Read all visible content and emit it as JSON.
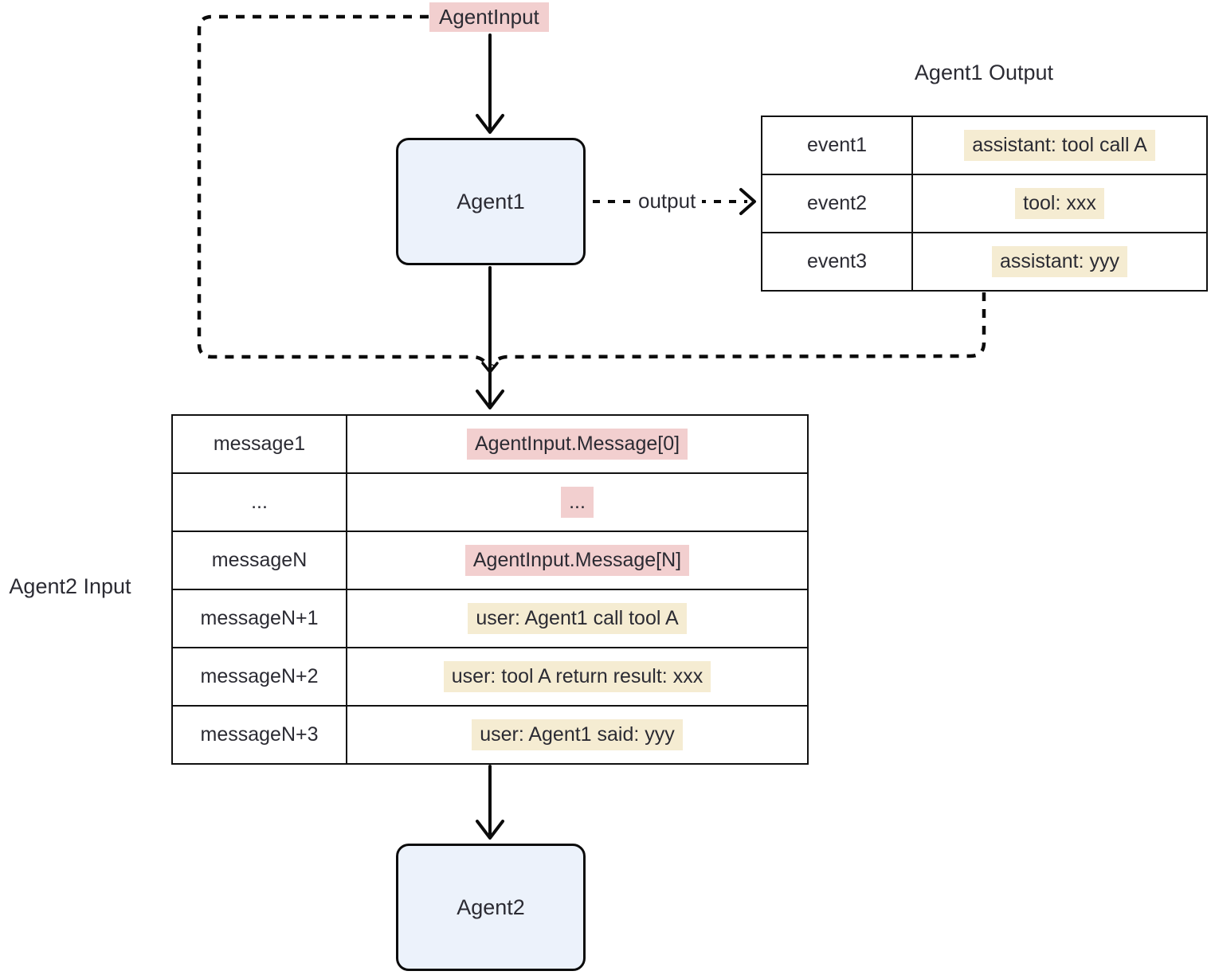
{
  "colors": {
    "highlight_pink": "#f2cfcf",
    "highlight_cream": "#f5ecd2",
    "node_fill": "#ecf2fb",
    "line_black": "#0b0b0b",
    "text_dark": "#2b2b33"
  },
  "agent_input": {
    "label": "AgentInput"
  },
  "agent1_node": {
    "label": "Agent1"
  },
  "agent2_node": {
    "label": "Agent2"
  },
  "output_edge": {
    "label": "output"
  },
  "agent1_output": {
    "title": "Agent1 Output",
    "rows": [
      {
        "key": "event1",
        "value": "assistant: tool call A",
        "highlight": "cream"
      },
      {
        "key": "event2",
        "value": "tool: xxx",
        "highlight": "cream"
      },
      {
        "key": "event3",
        "value": "assistant: yyy",
        "highlight": "cream"
      }
    ]
  },
  "agent2_input": {
    "title": "Agent2 Input",
    "rows": [
      {
        "key": "message1",
        "value": "AgentInput.Message[0]",
        "highlight": "pink"
      },
      {
        "key": "...",
        "value": "...",
        "highlight": "pink"
      },
      {
        "key": "messageN",
        "value": "AgentInput.Message[N]",
        "highlight": "pink"
      },
      {
        "key": "messageN+1",
        "value": "user: Agent1 call tool A",
        "highlight": "cream"
      },
      {
        "key": "messageN+2",
        "value": "user: tool A return result: xxx",
        "highlight": "cream"
      },
      {
        "key": "messageN+3",
        "value": "user: Agent1 said: yyy",
        "highlight": "cream"
      }
    ]
  }
}
